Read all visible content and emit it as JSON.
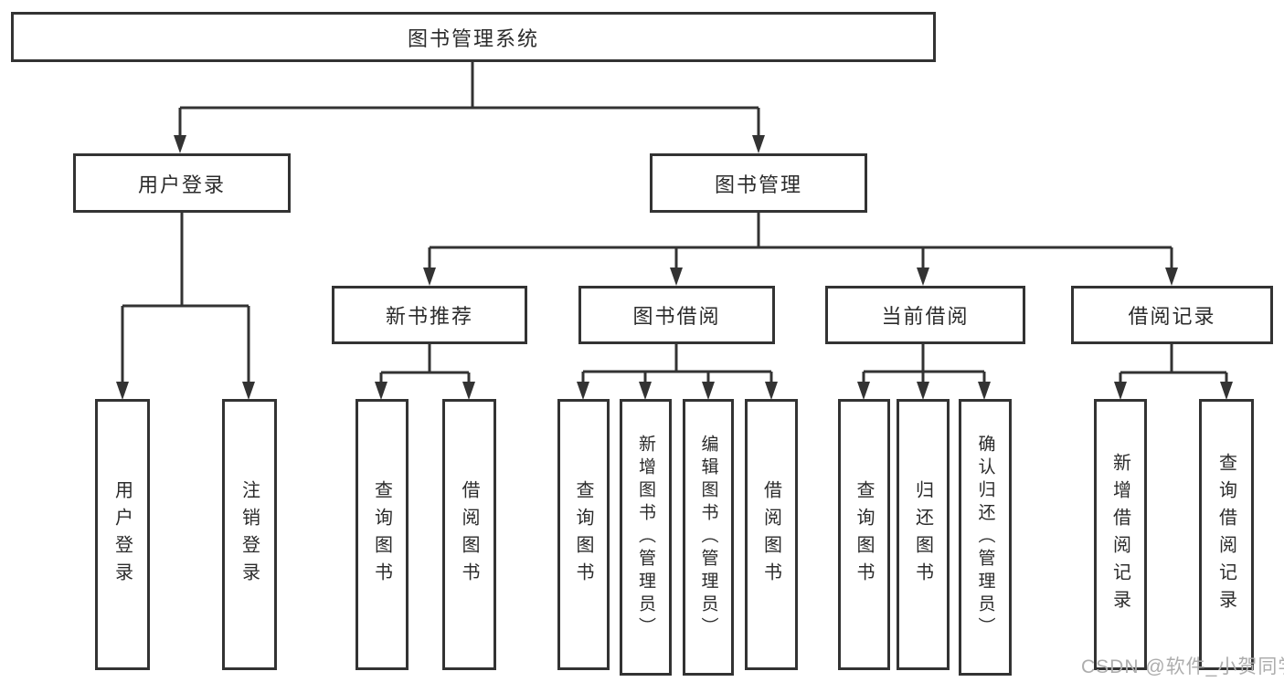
{
  "tree": {
    "label": "图书管理系统",
    "children": [
      {
        "label": "用户登录",
        "children": [
          {
            "label": "用户登录"
          },
          {
            "label": "注销登录"
          }
        ]
      },
      {
        "label": "图书管理",
        "children": [
          {
            "label": "新书推荐",
            "children": [
              {
                "label": "查询图书"
              },
              {
                "label": "借阅图书"
              }
            ]
          },
          {
            "label": "图书借阅",
            "children": [
              {
                "label": "查询图书"
              },
              {
                "label": "新增图书（管理员）"
              },
              {
                "label": "编辑图书（管理员）"
              },
              {
                "label": "借阅图书"
              }
            ]
          },
          {
            "label": "当前借阅",
            "children": [
              {
                "label": "查询图书"
              },
              {
                "label": "归还图书"
              },
              {
                "label": "确认归还（管理员）"
              }
            ]
          },
          {
            "label": "借阅记录",
            "children": [
              {
                "label": "新增借阅记录"
              },
              {
                "label": "查询借阅记录"
              }
            ]
          }
        ]
      }
    ]
  },
  "watermark": "CSDN @软件_小贺同学",
  "colors": {
    "line": "#333333",
    "box_border": "#333333",
    "text": "#2b2b2b",
    "watermark": "#adadad",
    "background": "#ffffff"
  }
}
